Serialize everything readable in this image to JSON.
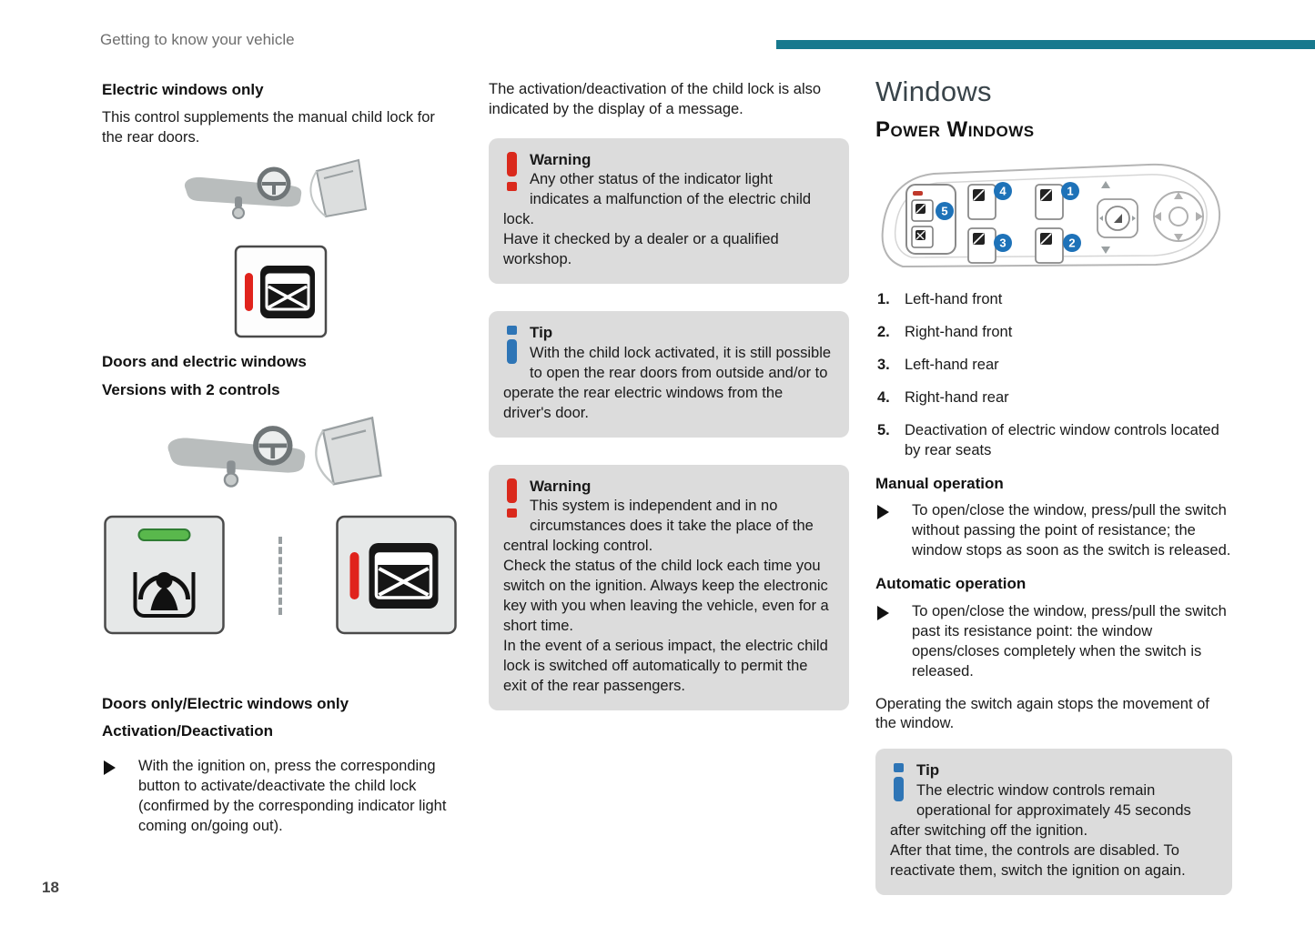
{
  "header": {
    "breadcrumb": "Getting to know your vehicle"
  },
  "page_number": "18",
  "left": {
    "h_electric": "Electric windows only",
    "p_electric": "This control supplements the manual child lock for the rear doors.",
    "h_doors_windows": "Doors and electric windows",
    "h_versions": "Versions with 2 controls",
    "h_doors_only": "Doors only/Electric windows only",
    "h_activation": "Activation/Deactivation",
    "bullet_activation": "With the ignition on, press the corresponding button to activate/deactivate the child lock (confirmed by the corresponding indicator light coming on/going out)."
  },
  "middle": {
    "intro": "The activation/deactivation of the child lock is also indicated by the display of a message.",
    "warning1": {
      "title": "Warning",
      "p1": "Any other status of the indicator light indicates a malfunction of the electric child lock.",
      "p2": "Have it checked by a dealer or a qualified workshop."
    },
    "tip1": {
      "title": "Tip",
      "p1": "With the child lock activated, it is still possible to open the rear doors from outside and/or to operate the rear electric windows from the driver's door."
    },
    "warning2": {
      "title": "Warning",
      "p1": "This system is independent and in no circumstances does it take the place of the central locking control.",
      "p2": "Check the status of the child lock each time you switch on the ignition. Always keep the electronic key with you when leaving the vehicle, even for a short time.",
      "p3": "In the event of a serious impact, the electric child lock is switched off automatically to permit the exit of the rear passengers."
    }
  },
  "right": {
    "title": "Windows",
    "subtitle": "Power Windows",
    "badges": {
      "b1": "1",
      "b2": "2",
      "b3": "3",
      "b4": "4",
      "b5": "5"
    },
    "list": [
      {
        "num": "1.",
        "text": "Left-hand front"
      },
      {
        "num": "2.",
        "text": "Right-hand front"
      },
      {
        "num": "3.",
        "text": "Left-hand rear"
      },
      {
        "num": "4.",
        "text": "Right-hand rear"
      },
      {
        "num": "5.",
        "text": "Deactivation of electric window controls located by rear seats"
      }
    ],
    "h_manual": "Manual operation",
    "bullet_manual": "To open/close the window, press/pull the switch without passing the point of resistance; the window stops as soon as the switch is released.",
    "h_auto": "Automatic operation",
    "bullet_auto": "To open/close the window, press/pull the switch past its resistance point: the window opens/closes completely when the switch is released.",
    "outro": "Operating the switch again stops the movement of the window.",
    "tip": {
      "title": "Tip",
      "p1": "The electric window controls remain operational for approximately 45 seconds after switching off the ignition.",
      "p2": "After that time, the controls are disabled. To reactivate them, switch the ignition on again."
    }
  },
  "colors": {
    "accent_teal": "#17798e",
    "badge_blue": "#1e72b8",
    "warning_red": "#da291c",
    "tip_blue": "#2e75b6",
    "box_gray": "#dcdcdc"
  }
}
